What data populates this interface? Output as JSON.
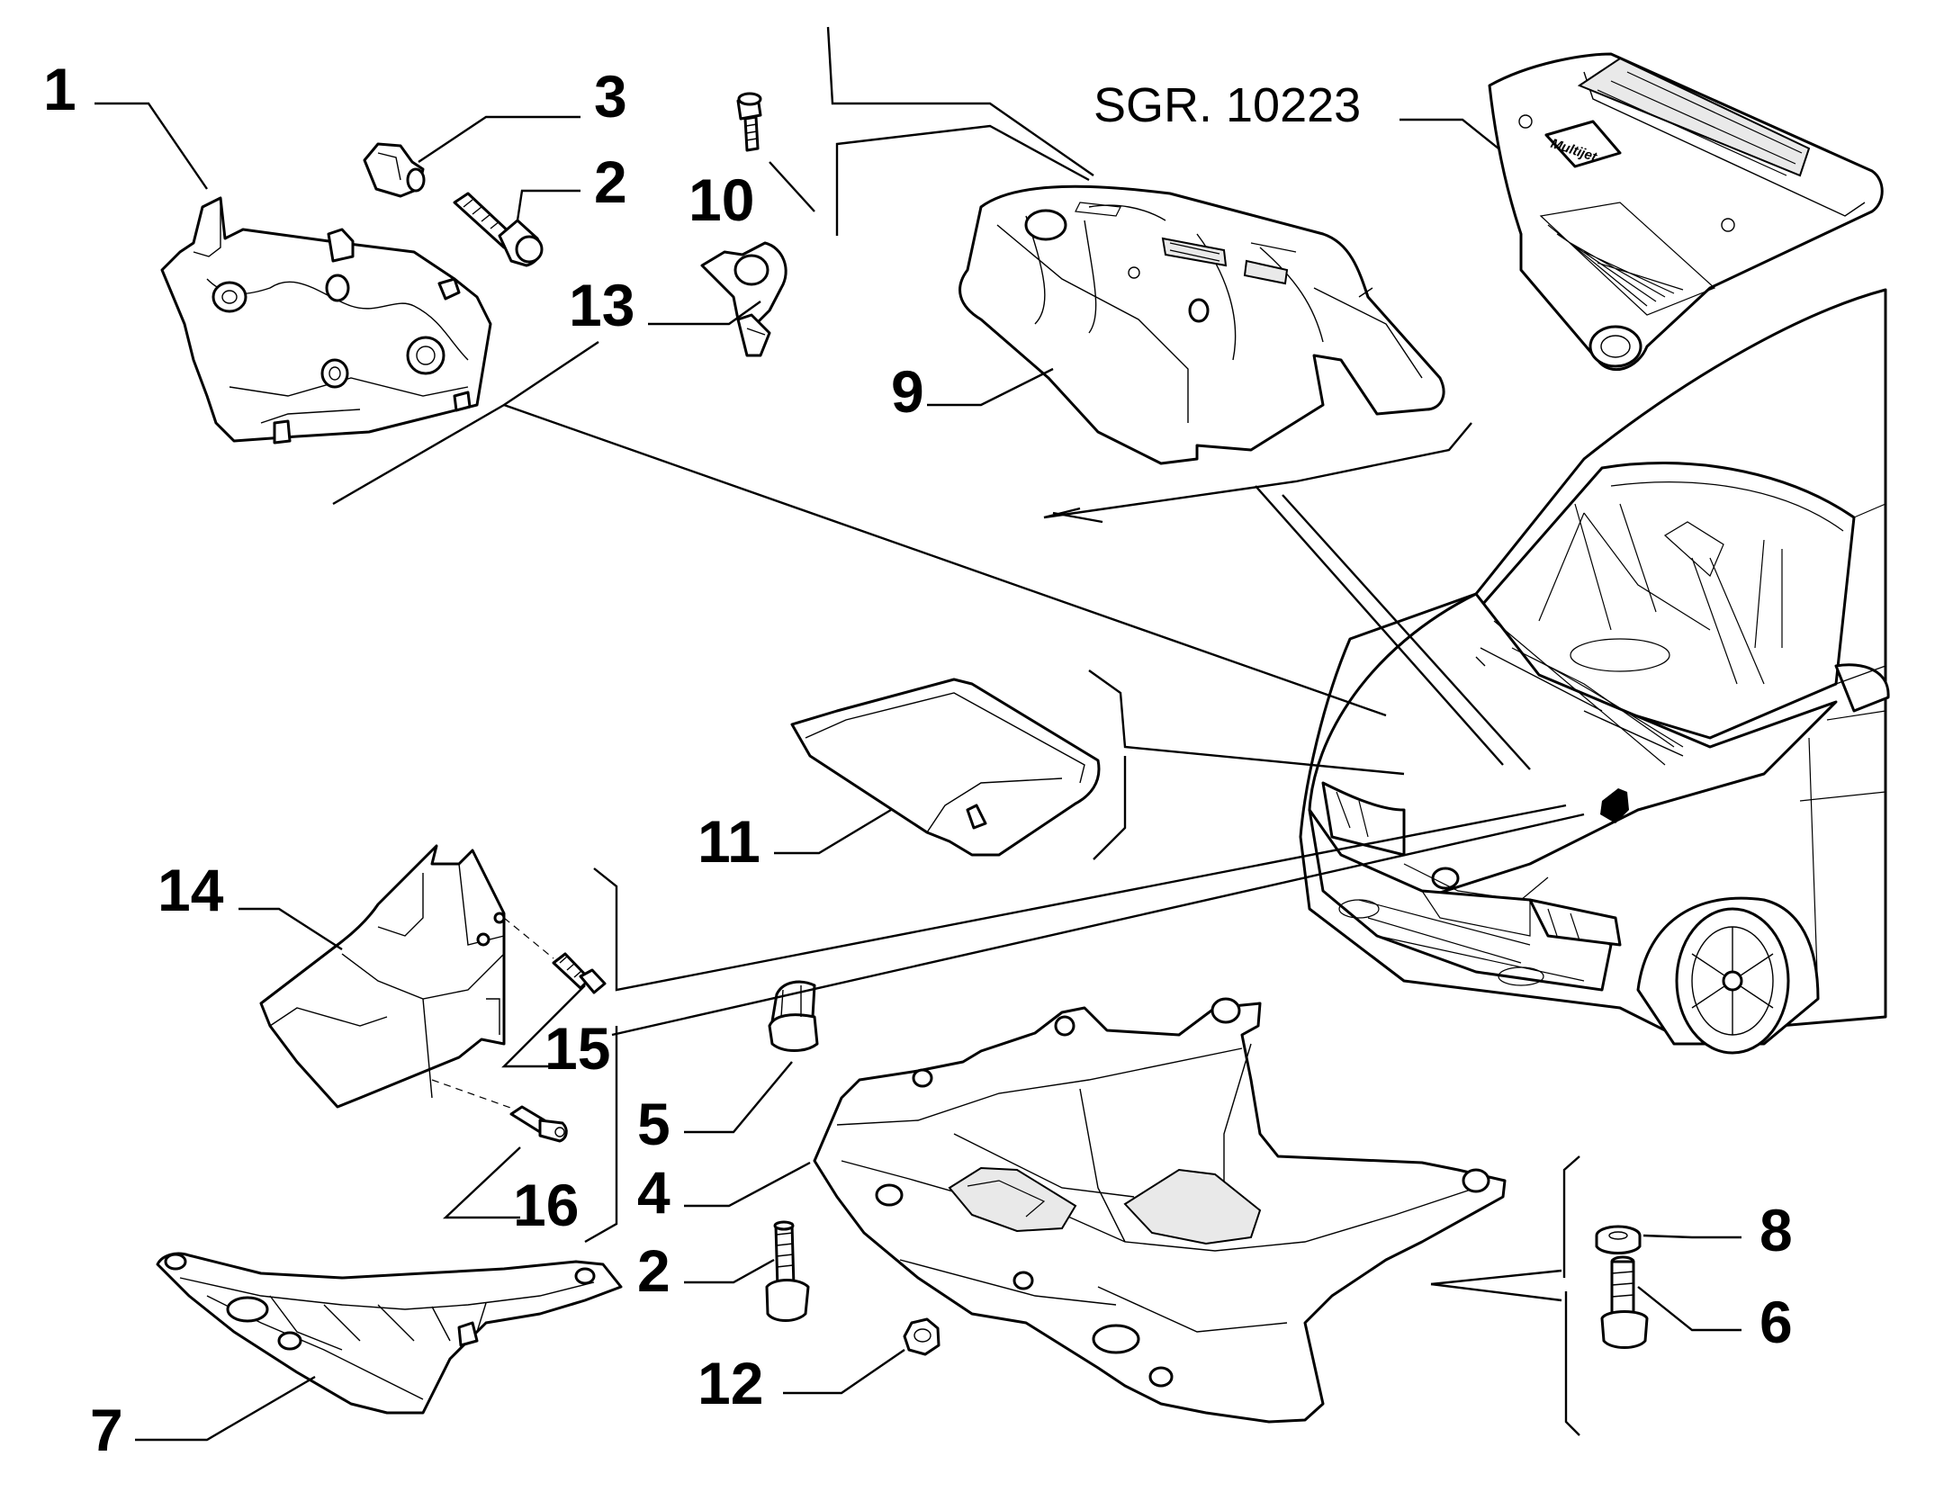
{
  "diagram": {
    "reference_group": "SGR. 10223",
    "callouts": [
      {
        "id": "1",
        "label": "1"
      },
      {
        "id": "2a",
        "label": "2"
      },
      {
        "id": "3",
        "label": "3"
      },
      {
        "id": "10",
        "label": "10"
      },
      {
        "id": "13",
        "label": "13"
      },
      {
        "id": "9",
        "label": "9"
      },
      {
        "id": "11",
        "label": "11"
      },
      {
        "id": "14",
        "label": "14"
      },
      {
        "id": "15",
        "label": "15"
      },
      {
        "id": "16",
        "label": "16"
      },
      {
        "id": "5",
        "label": "5"
      },
      {
        "id": "4",
        "label": "4"
      },
      {
        "id": "2b",
        "label": "2"
      },
      {
        "id": "12",
        "label": "12"
      },
      {
        "id": "7",
        "label": "7"
      },
      {
        "id": "8",
        "label": "8"
      },
      {
        "id": "6",
        "label": "6"
      }
    ],
    "engine_cover_badge": "Multijet"
  }
}
